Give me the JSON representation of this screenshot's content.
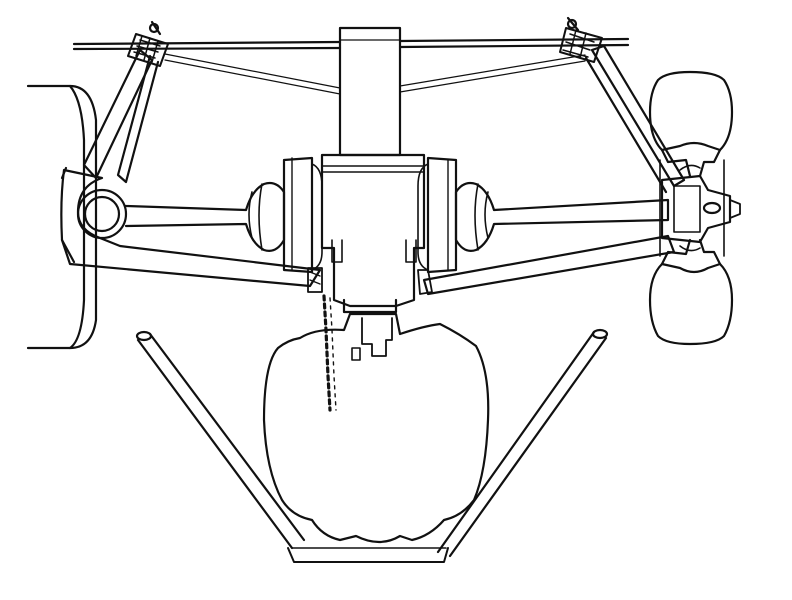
{
  "figure": {
    "colors": {
      "ink": "#111111",
      "paper": "#ffffff"
    },
    "parts": [
      "frame-crossbar",
      "left-upper-wishbone",
      "left-lower-link",
      "left-rubber-bush",
      "left-drive-shaft",
      "left-brake-disc",
      "differential-housing",
      "right-brake-disc",
      "right-drive-shaft",
      "right-upper-wishbone",
      "right-lower-link",
      "right-hub-upright",
      "right-wheel",
      "left-wheel",
      "fuel-tank",
      "left-frame-tube",
      "right-frame-tube",
      "oil-drain-chain"
    ]
  }
}
